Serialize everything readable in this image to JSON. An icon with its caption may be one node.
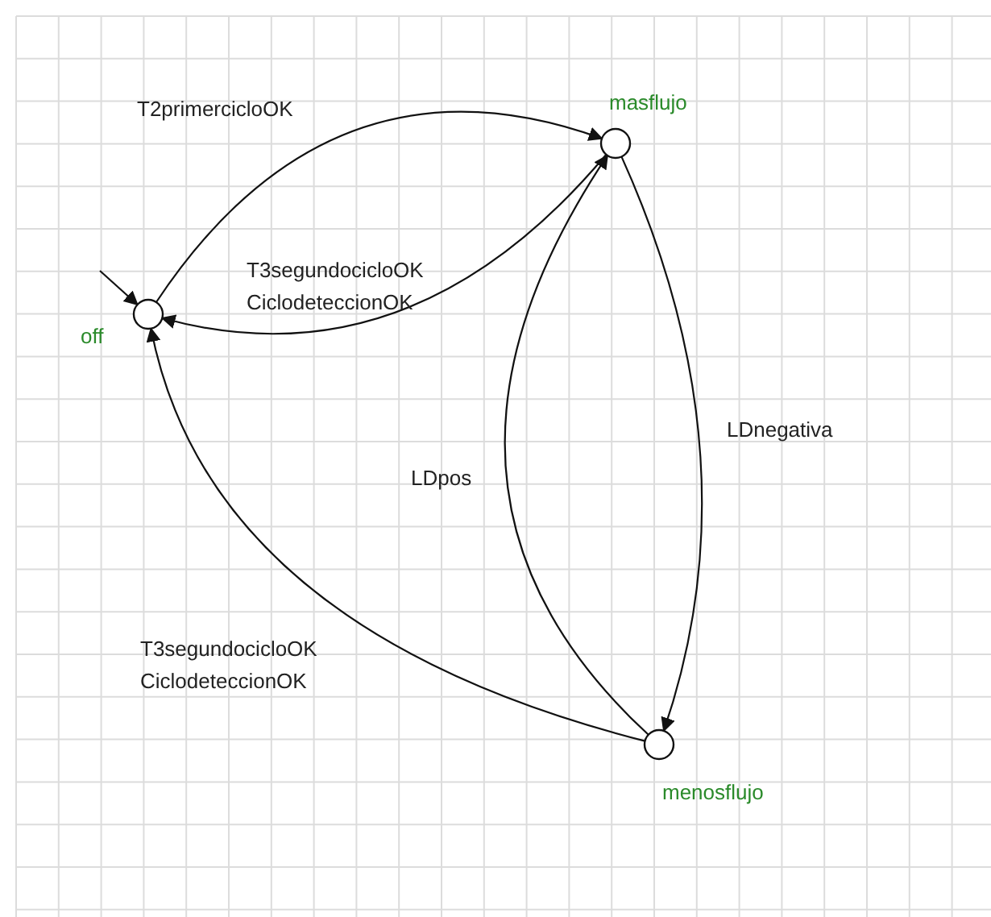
{
  "diagram": {
    "nodes": [
      {
        "text": [
          "off"
        ]
      },
      {
        "text": [
          "masflujo"
        ]
      },
      {
        "text": [
          "menosflujo"
        ]
      }
    ],
    "edges": [
      {
        "from": null,
        "to": 0,
        "arrow": "to"
      },
      {
        "from": 0,
        "to": 1,
        "arrow": "to",
        "label": "T2primercicloOK"
      },
      {
        "from": 1,
        "to": 0,
        "arrow": "to",
        "label": "T3segundocicloOK CiclodeteccionOK"
      },
      {
        "from": 2,
        "to": 1,
        "arrow": "to",
        "label": "LDpos"
      },
      {
        "from": 1,
        "to": 2,
        "arrow": "to",
        "label": "LDnegativa"
      },
      {
        "from": 2,
        "to": 0,
        "arrow": "to",
        "label": "T3segundocicloOK CiclodeteccionOK"
      }
    ]
  }
}
